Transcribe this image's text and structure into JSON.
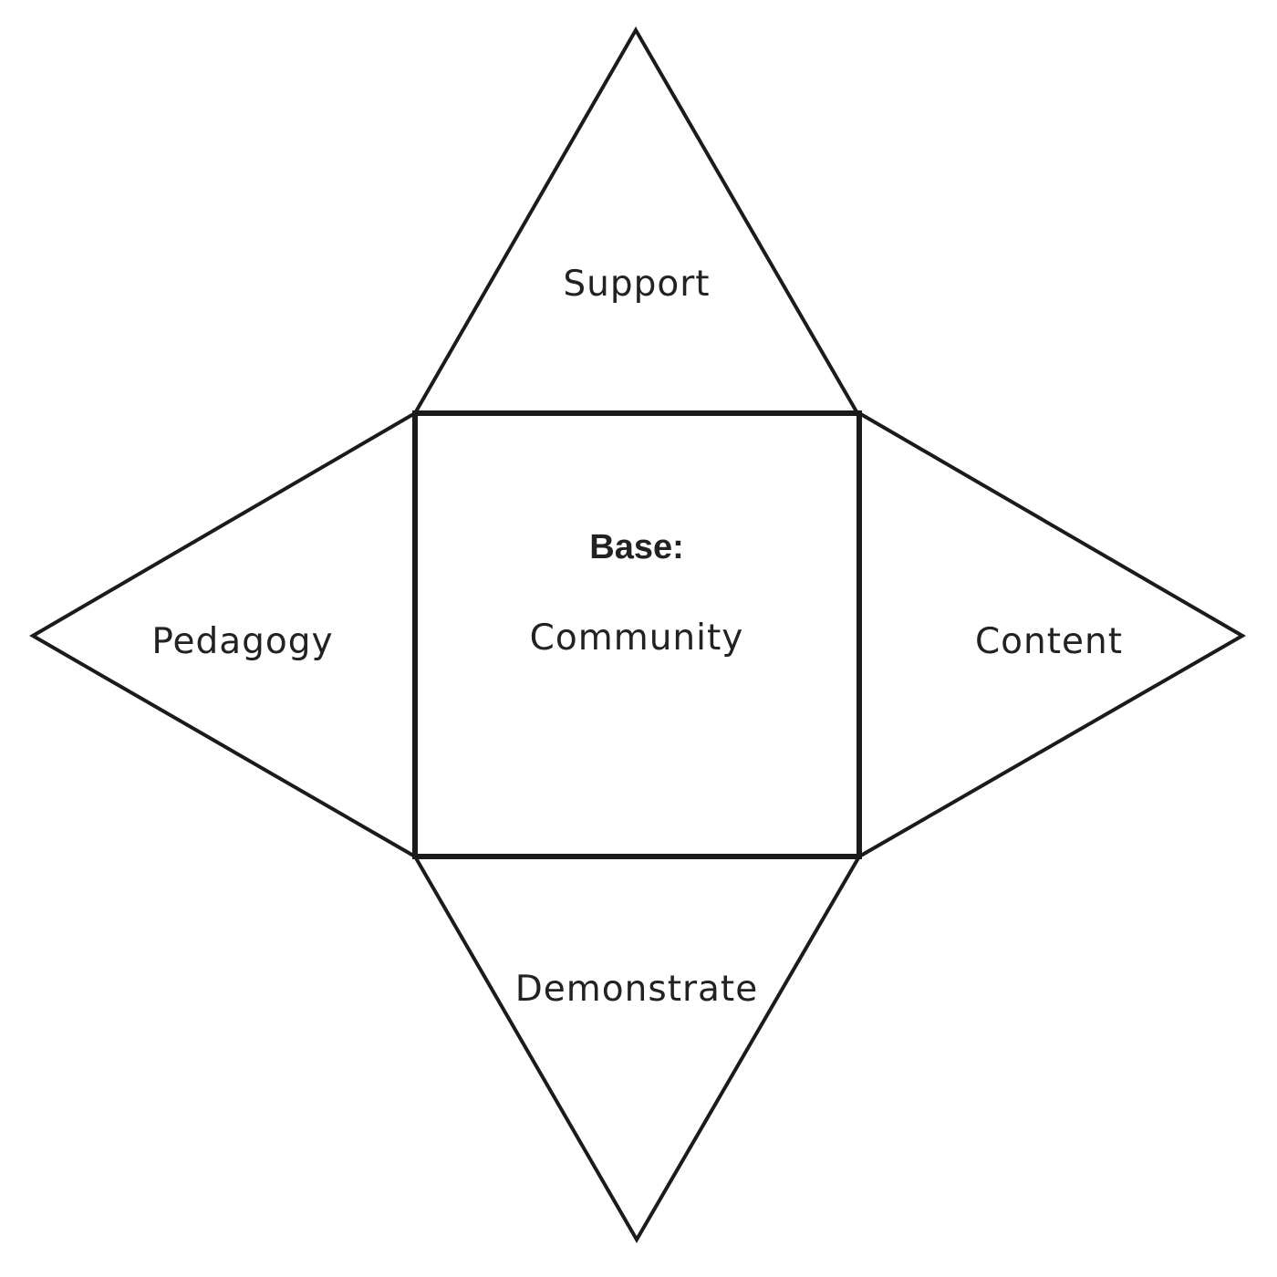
{
  "diagram": {
    "base": {
      "heading": "Base:",
      "label": "Community"
    },
    "faces": {
      "top": "Support",
      "left": "Pedagogy",
      "right": "Content",
      "bottom": "Demonstrate"
    },
    "colors": {
      "stroke": "#1b1b1b",
      "text": "#222222",
      "background": "#ffffff"
    }
  }
}
